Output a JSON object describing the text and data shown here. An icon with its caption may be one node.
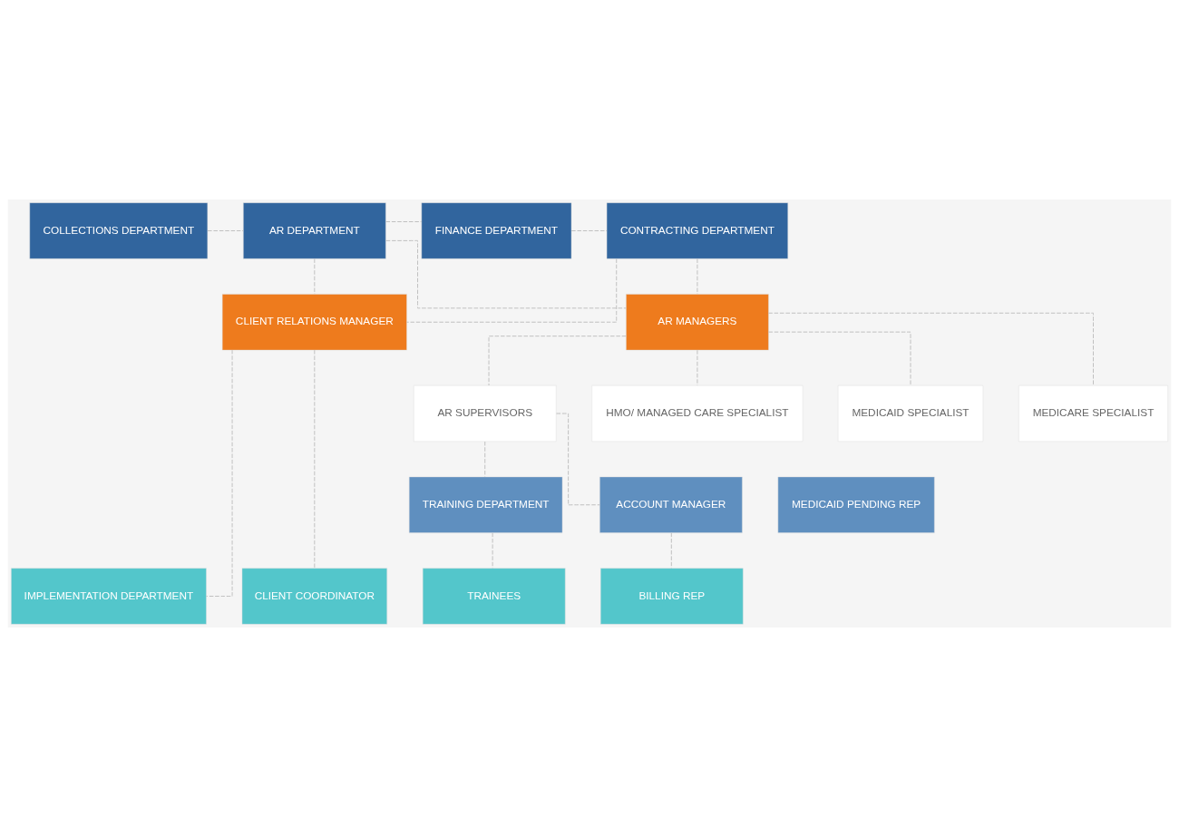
{
  "diagram": {
    "nodes": [
      {
        "text": [
          "COLLECTIONS DEPARTMENT"
        ]
      },
      {
        "text": [
          "AR DEPARTMENT"
        ]
      },
      {
        "text": [
          "FINANCE DEPARTMENT"
        ]
      },
      {
        "text": [
          "CONTRACTING DEPARTMENT"
        ]
      },
      {
        "text": [
          "CLIENT RELATIONS MANAGER"
        ]
      },
      {
        "text": [
          "AR MANAGERS"
        ]
      },
      {
        "text": [
          "MEDICAID SPECIALIST"
        ]
      },
      {
        "text": [
          "MEDICARE SPECIALIST"
        ]
      },
      {
        "text": [
          "AR SUPERVISORS"
        ]
      },
      {
        "text": [
          "HMO/ MANAGED CARE SPECIALIST"
        ]
      },
      {
        "text": [
          "MEDICAID PENDING REP"
        ]
      },
      {
        "text": [
          "TRAINING DEPARTMENT"
        ]
      },
      {
        "text": [
          "ACCOUNT MANAGER"
        ]
      },
      {
        "text": [
          "IMPLEMENTATION DEPARTMENT"
        ]
      },
      {
        "text": [
          "CLIENT COORDINATOR"
        ]
      },
      {
        "text": [
          "TRAINEES"
        ]
      },
      {
        "text": [
          "BILLING REP"
        ]
      }
    ],
    "edges": [
      {
        "from": 0,
        "to": 1,
        "arrow": "none",
        "style": "dashed"
      },
      {
        "from": 1,
        "to": 2,
        "arrow": "none",
        "style": "dashed"
      },
      {
        "from": 2,
        "to": 3,
        "arrow": "none",
        "style": "dashed"
      },
      {
        "from": 1,
        "to": 4,
        "arrow": "none",
        "style": "dashed"
      },
      {
        "from": 1,
        "to": 5,
        "arrow": "none",
        "style": "dashed"
      },
      {
        "from": 3,
        "to": 4,
        "arrow": "none",
        "style": "dashed"
      },
      {
        "from": 3,
        "to": 5,
        "arrow": "none",
        "style": "dashed"
      },
      {
        "from": 5,
        "to": 6,
        "arrow": "none",
        "style": "dashed"
      },
      {
        "from": 5,
        "to": 7,
        "arrow": "none",
        "style": "dashed"
      },
      {
        "from": 5,
        "to": 8,
        "arrow": "none",
        "style": "dashed"
      },
      {
        "from": 5,
        "to": 9,
        "arrow": "none",
        "style": "dashed"
      },
      {
        "from": 4,
        "to": 13,
        "arrow": "none",
        "style": "dashed"
      },
      {
        "from": 4,
        "to": 14,
        "arrow": "none",
        "style": "dashed"
      },
      {
        "from": 8,
        "to": 11,
        "arrow": "none",
        "style": "dashed"
      },
      {
        "from": 8,
        "to": 12,
        "arrow": "none",
        "style": "dashed"
      },
      {
        "from": 11,
        "to": 15,
        "arrow": "none",
        "style": "dashed"
      },
      {
        "from": 12,
        "to": 16,
        "arrow": "none",
        "style": "dashed"
      }
    ]
  }
}
